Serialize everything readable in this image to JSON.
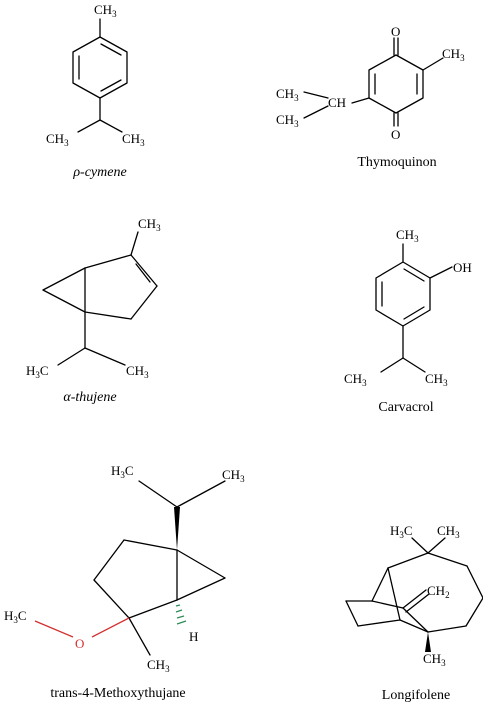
{
  "colors": {
    "oxygen": "#d32f2f",
    "bond": "#000000"
  },
  "molecules": [
    {
      "name": "ρ-cymene",
      "labels": {
        "methyl_top": "CH3",
        "left": "CH3",
        "right": "CH3"
      }
    },
    {
      "name": "Thymoquinon",
      "labels": {
        "o_top": "O",
        "o_bottom": "O",
        "methyl": "CH3",
        "ch": "CH",
        "ch3_a": "CH3",
        "ch3_b": "CH3"
      }
    },
    {
      "name": "α-thujene",
      "labels": {
        "methyl": "CH3",
        "left": "H3C",
        "right": "CH3"
      }
    },
    {
      "name": "Carvacrol",
      "labels": {
        "methyl": "CH3",
        "oh": "OH",
        "left": "CH3",
        "right": "CH3"
      }
    },
    {
      "name": "trans-4-Methoxythujane",
      "labels": {
        "top_left": "H3C",
        "top_right": "CH3",
        "methoxy": "H3C",
        "o": "O",
        "methyl": "CH3",
        "h": "H"
      }
    },
    {
      "name": "Longifolene",
      "labels": {
        "top_left": "H3C",
        "top_right": "CH3",
        "ch2": "CH2",
        "methyl": "CH3"
      }
    }
  ]
}
